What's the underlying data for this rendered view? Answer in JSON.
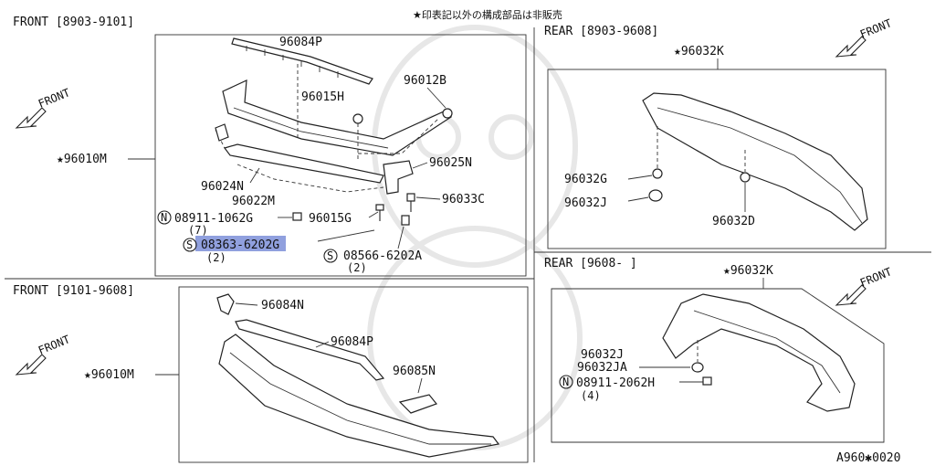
{
  "header_note": "★印表記以外の構成部品は非販売",
  "figure_code": "A960✱0020",
  "sections": {
    "front_1": {
      "title": "FRONT [8903-9101]",
      "front_arrow": "FRONT",
      "parts": {
        "p96084P": "96084P",
        "p96012B": "96012B",
        "p96015H": "96015H",
        "p96010M": "★96010M",
        "p96025N": "96025N",
        "p96024N": "96024N",
        "p96022M": "96022M",
        "p96033C": "96033C",
        "p08911": "08911-1062G",
        "p08911_qty": "(7)",
        "p96015G": "96015G",
        "p08363": "08363-6202G",
        "p08363_qty": "(2)",
        "p08566": "08566-6202A",
        "p08566_qty": "(2)"
      },
      "symbols": {
        "n": "N",
        "s": "S"
      }
    },
    "front_2": {
      "title": "FRONT [9101-9608]",
      "front_arrow": "FRONT",
      "parts": {
        "p96084N": "96084N",
        "p96084P": "96084P",
        "p96085N": "96085N",
        "p96010M": "★96010M"
      }
    },
    "rear_1": {
      "title": "REAR [8903-9608]",
      "front_arrow": "FRONT",
      "parts": {
        "p96032K": "★96032K",
        "p96032G": "96032G",
        "p96032J": "96032J",
        "p96032D": "96032D"
      }
    },
    "rear_2": {
      "title": "REAR [9608-    ]",
      "front_arrow": "FRONT",
      "parts": {
        "p96032K": "★96032K",
        "p96032J": "96032J",
        "p96032JA": "96032JA",
        "p08911": "08911-2062H",
        "p08911_qty": "(4)"
      },
      "symbols": {
        "n": "N"
      }
    }
  },
  "colors": {
    "highlight": "#7d8fd8",
    "line": "#222222"
  }
}
